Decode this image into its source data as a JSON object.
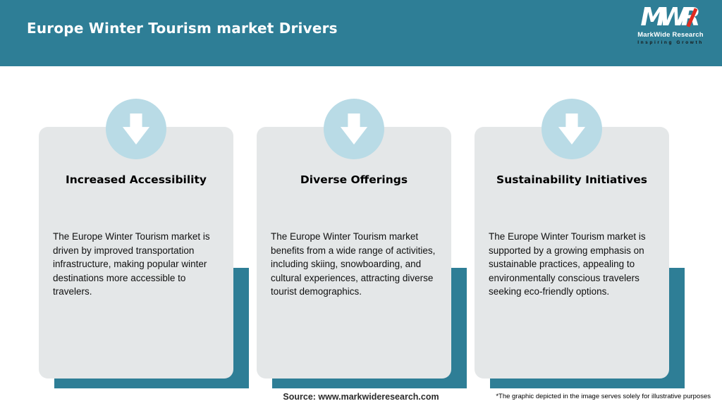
{
  "header": {
    "title": "Europe Winter Tourism market Drivers",
    "logo": {
      "monogram": "MWR",
      "brand": "MarkWide Research",
      "tagline": "Inspiring Growth"
    }
  },
  "cards": [
    {
      "title": "Increased Accessibility",
      "body": "The Europe Winter Tourism market is driven by improved transportation infrastructure, making popular winter destinations more accessible to travelers."
    },
    {
      "title": "Diverse Offerings",
      "body": "The Europe Winter Tourism market benefits from a wide range of activities, including skiing, snowboarding, and cultural experiences, attracting diverse tourist demographics."
    },
    {
      "title": "Sustainability Initiatives",
      "body": "The Europe Winter Tourism market is supported by a growing emphasis on sustainable practices, appealing to environmentally conscious travelers seeking eco-friendly options."
    }
  ],
  "footer": {
    "source": "Source: www.markwideresearch.com",
    "disclaimer": "*The graphic depicted in the image serves solely for illustrative purposes"
  },
  "icons": {
    "card_icon": "arrow-down"
  },
  "colors": {
    "teal": "#2e7e96",
    "card-bg": "#e4e7e8",
    "circle": "#b9dbe6",
    "logo-red": "#e02b20",
    "text": "#111111"
  }
}
